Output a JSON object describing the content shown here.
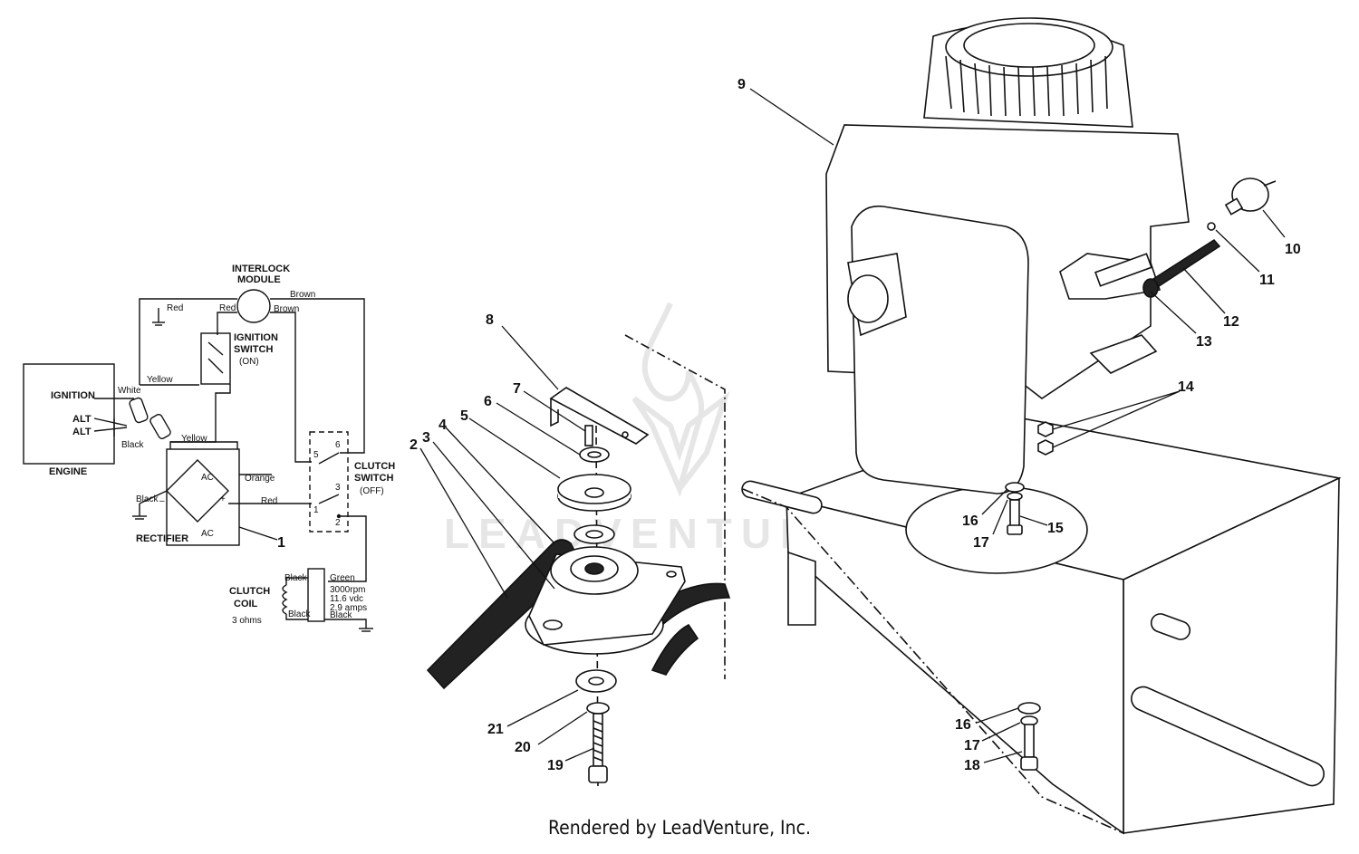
{
  "wiring": {
    "interlock_module": [
      "INTERLOCK",
      "MODULE"
    ],
    "ignition_switch": [
      "IGNITION",
      "SWITCH",
      "(ON)"
    ],
    "ignition": "IGNITION",
    "alt": [
      "ALT",
      "ALT"
    ],
    "engine": "ENGINE",
    "rectifier": "RECTIFIER",
    "ac": [
      "AC",
      "AC"
    ],
    "plus": "+",
    "minus": "–",
    "clutch_switch": [
      "CLUTCH",
      "SWITCH",
      "(OFF)"
    ],
    "clutch_coil": [
      "CLUTCH",
      "COIL",
      "3 ohms"
    ],
    "coil_spec": [
      "3000rpm",
      "11.6 vdc",
      "2.9 amps"
    ],
    "terminals": [
      "5",
      "6",
      "3",
      "1",
      "2"
    ],
    "wires": {
      "red_top": "Red",
      "red_mid": "Red",
      "brown_top": "Brown",
      "brown_mid": "Brown",
      "yellow_left": "Yellow",
      "white": "White",
      "black_alt": "Black",
      "yellow_conn": "Yellow",
      "orange": "Orange",
      "black_rect": "Black",
      "red_rect": "Red",
      "black_coil_top": "Black",
      "green": "Green",
      "black_coil_bot": "Black",
      "black_ground": "Black"
    },
    "rectifier_ref": "1"
  },
  "callouts": [
    "2",
    "3",
    "4",
    "5",
    "6",
    "7",
    "8",
    "9",
    "10",
    "11",
    "12",
    "13",
    "14",
    "15",
    "16",
    "17",
    "16",
    "17",
    "18",
    "19",
    "20",
    "21"
  ],
  "watermark": "LEADVENTURE",
  "footer": "Rendered by LeadVenture, Inc."
}
